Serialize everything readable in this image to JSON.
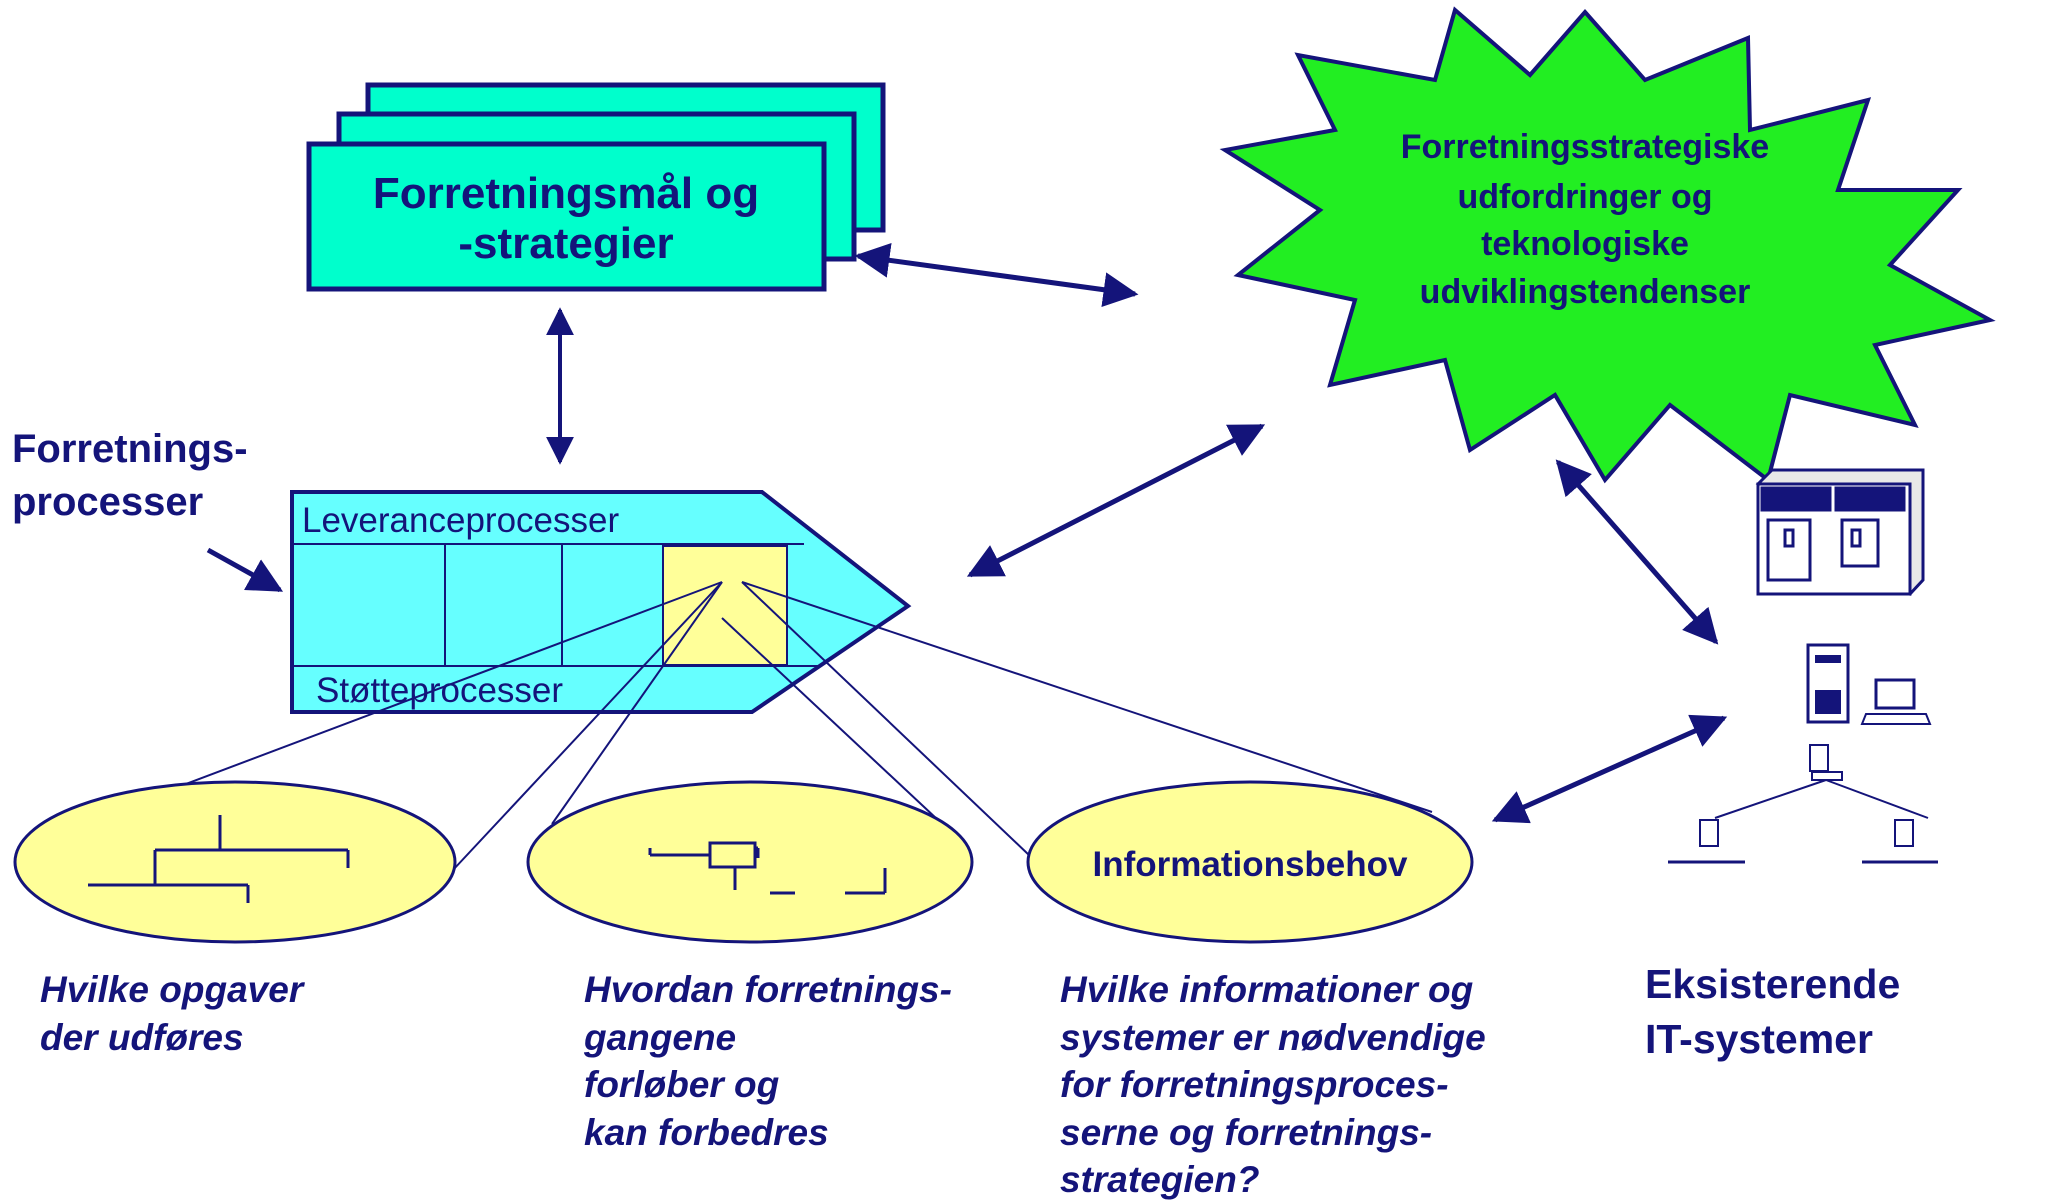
{
  "goals_box": {
    "line1": "Forretningsmål og",
    "line2": "-strategier"
  },
  "starburst": {
    "line1": "Forretningsstrategiske",
    "line2": "udfordringer og",
    "line3": "teknologiske",
    "line4": "udviklingstendenser"
  },
  "process_label": {
    "line1": "Forretnings-",
    "line2": "processer"
  },
  "process_shape": {
    "top": "Leveranceprocesser",
    "bottom": "Støtteprocesser"
  },
  "ellipses": {
    "info": "Informationsbehov"
  },
  "captions": {
    "c1": [
      "Hvilke opgaver",
      "der udføres"
    ],
    "c2": [
      "Hvordan forretnings-",
      "gangene",
      "forløber og",
      "kan forbedres"
    ],
    "c3": [
      "Hvilke informationer og",
      "systemer er nødvendige",
      "for forretningsproces-",
      "serne og forretnings-",
      "strategien?"
    ]
  },
  "existing_it": {
    "line1": "Eksisterende",
    "line2": "IT-systemer"
  },
  "colors": {
    "navy": "#14147a",
    "cyan_box": "#00ffcc",
    "starburst": "#22ee22",
    "process_fill": "#66ffff",
    "ellipse_fill": "#ffff99"
  }
}
